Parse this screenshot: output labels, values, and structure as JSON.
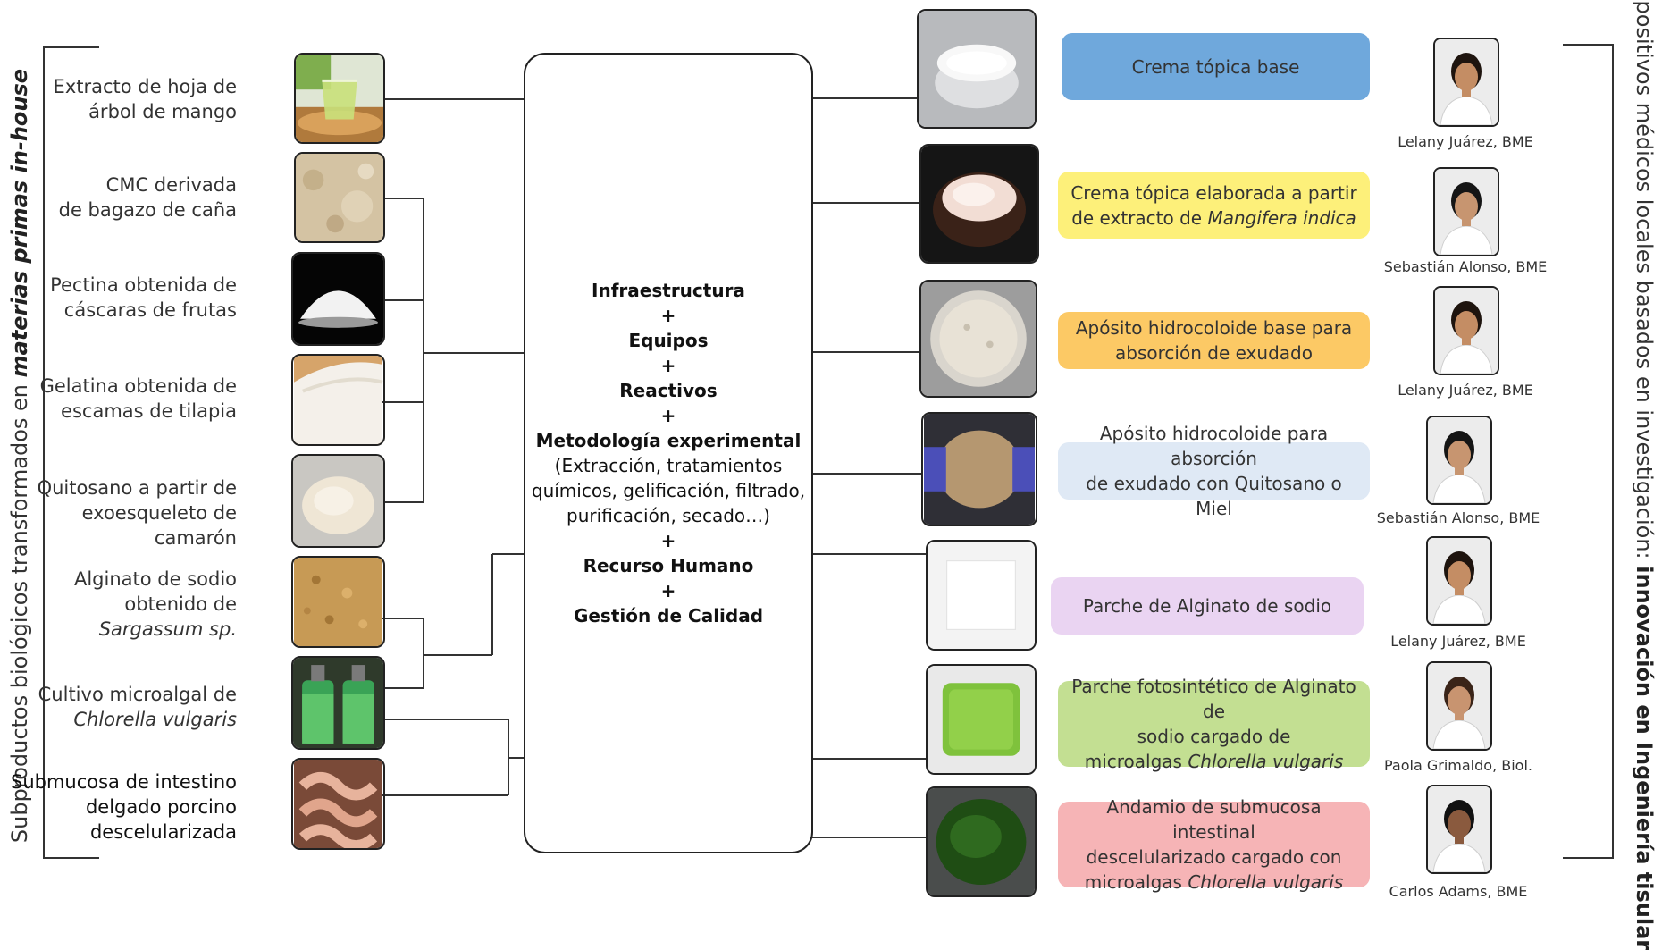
{
  "left_title": {
    "text": "Subproductos biológicos transformados en ",
    "bold": "materias primas in-house"
  },
  "right_title": {
    "text": "Dispositivos médicos locales  basados en investigación: ",
    "bold": "innovación en Ingeniería tisular"
  },
  "sources": [
    {
      "lines": [
        "Extracto de hoja de",
        "árbol de mango"
      ],
      "icon": "mango-leaf-extract-photo"
    },
    {
      "lines": [
        "CMC derivada",
        "de bagazo de caña"
      ],
      "icon": "cmc-powder-photo"
    },
    {
      "lines": [
        "Pectina obtenida de",
        "cáscaras de frutas"
      ],
      "icon": "pectin-powder-photo"
    },
    {
      "lines": [
        "Gelatina obtenida de",
        "escamas de tilapia"
      ],
      "icon": "gelatin-photo"
    },
    {
      "lines": [
        "Quitosano a partir de",
        "exoesqueleto de camarón"
      ],
      "icon": "chitosan-powder-photo"
    },
    {
      "lines": [
        "Alginato de sodio",
        "obtenido de",
        "Sargassum sp."
      ],
      "italic_line": 2,
      "icon": "alginate-granules-photo"
    },
    {
      "lines": [
        "Cultivo microalgal de",
        "Chlorella vulgaris"
      ],
      "italic_line": 1,
      "icon": "microalgae-culture-photo"
    },
    {
      "lines": [
        "Submucosa de intestino",
        "delgado porcino",
        "descelularizada"
      ],
      "icon": "porcine-intestine-photo"
    }
  ],
  "hub": {
    "lines": [
      {
        "t": "Infraestructura",
        "b": true
      },
      {
        "t": "+",
        "b": true
      },
      {
        "t": "Equipos",
        "b": true
      },
      {
        "t": "+",
        "b": true
      },
      {
        "t": "Reactivos",
        "b": true
      },
      {
        "t": "+",
        "b": true
      },
      {
        "t": "Metodología experimental",
        "b": true
      },
      {
        "t": "(Extracción, tratamientos",
        "b": false
      },
      {
        "t": "químicos, gelificación, filtrado,",
        "b": false
      },
      {
        "t": "purificación, secado…)",
        "b": false
      },
      {
        "t": "+",
        "b": true
      },
      {
        "t": "Recurso Humano",
        "b": true
      },
      {
        "t": "+",
        "b": true
      },
      {
        "t": "Gestión de Calidad",
        "b": true
      }
    ]
  },
  "results": [
    {
      "parts": [
        [
          "Crema tópica base",
          false
        ]
      ],
      "color": "#6fa8dc",
      "icon": "cream-jar-photo"
    },
    {
      "parts": [
        [
          "Crema tópica elaborada a partir",
          false
        ],
        [
          "\n",
          false
        ],
        [
          "de extracto de ",
          false
        ],
        [
          "Mangifera indica",
          true
        ]
      ],
      "color": "#fdf07a",
      "icon": "mango-cream-jar-photo"
    },
    {
      "parts": [
        [
          "Apósito hidrocoloide base para",
          false
        ],
        [
          "\n",
          false
        ],
        [
          "absorción de exudado",
          false
        ]
      ],
      "color": "#fcc965",
      "icon": "hydrocolloid-dish-photo"
    },
    {
      "parts": [
        [
          "Apósito hidrocoloide para absorción",
          false
        ],
        [
          "\n",
          false
        ],
        [
          "de exudado con Quitosano o Miel",
          false
        ]
      ],
      "color": "#dfe9f5",
      "icon": "hydrocolloid-gloved-photo"
    },
    {
      "parts": [
        [
          "Parche de Alginato de sodio",
          false
        ]
      ],
      "color": "#ead4f2",
      "icon": "alginate-patch-photo"
    },
    {
      "parts": [
        [
          "Parche fotosintético de Alginato de",
          false
        ],
        [
          "\n",
          false
        ],
        [
          "sodio cargado de",
          false
        ],
        [
          "\n",
          false
        ],
        [
          "microalgas ",
          false
        ],
        [
          "Chlorella vulgaris",
          true
        ]
      ],
      "color": "#c3df92",
      "icon": "photosynthetic-patch-photo"
    },
    {
      "parts": [
        [
          "Andamio de submucosa intestinal",
          false
        ],
        [
          "\n",
          false
        ],
        [
          "descelularizado cargado con",
          false
        ],
        [
          "\n",
          false
        ],
        [
          "microalgas ",
          false
        ],
        [
          "Chlorella vulgaris",
          true
        ]
      ],
      "color": "#f6b4b6",
      "icon": "scaffold-patch-photo"
    }
  ],
  "people": [
    {
      "name": "Lelany Juárez, BME",
      "hair": "#1e140e",
      "skin": "#c48d64"
    },
    {
      "name": "Sebastián Alonso, BME",
      "hair": "#151515",
      "skin": "#c79570"
    },
    {
      "name": "Lelany Juárez, BME",
      "hair": "#1e140e",
      "skin": "#c48d64"
    },
    {
      "name": "Sebastián Alonso, BME",
      "hair": "#151515",
      "skin": "#c79570"
    },
    {
      "name": "Lelany Juárez, BME",
      "hair": "#1e140e",
      "skin": "#c48d64"
    },
    {
      "name": "Paola Grimaldo, Biol.",
      "hair": "#3a2418",
      "skin": "#c89470"
    },
    {
      "name": "Carlos Adams, BME",
      "hair": "#111111",
      "skin": "#8a5a3e"
    }
  ]
}
